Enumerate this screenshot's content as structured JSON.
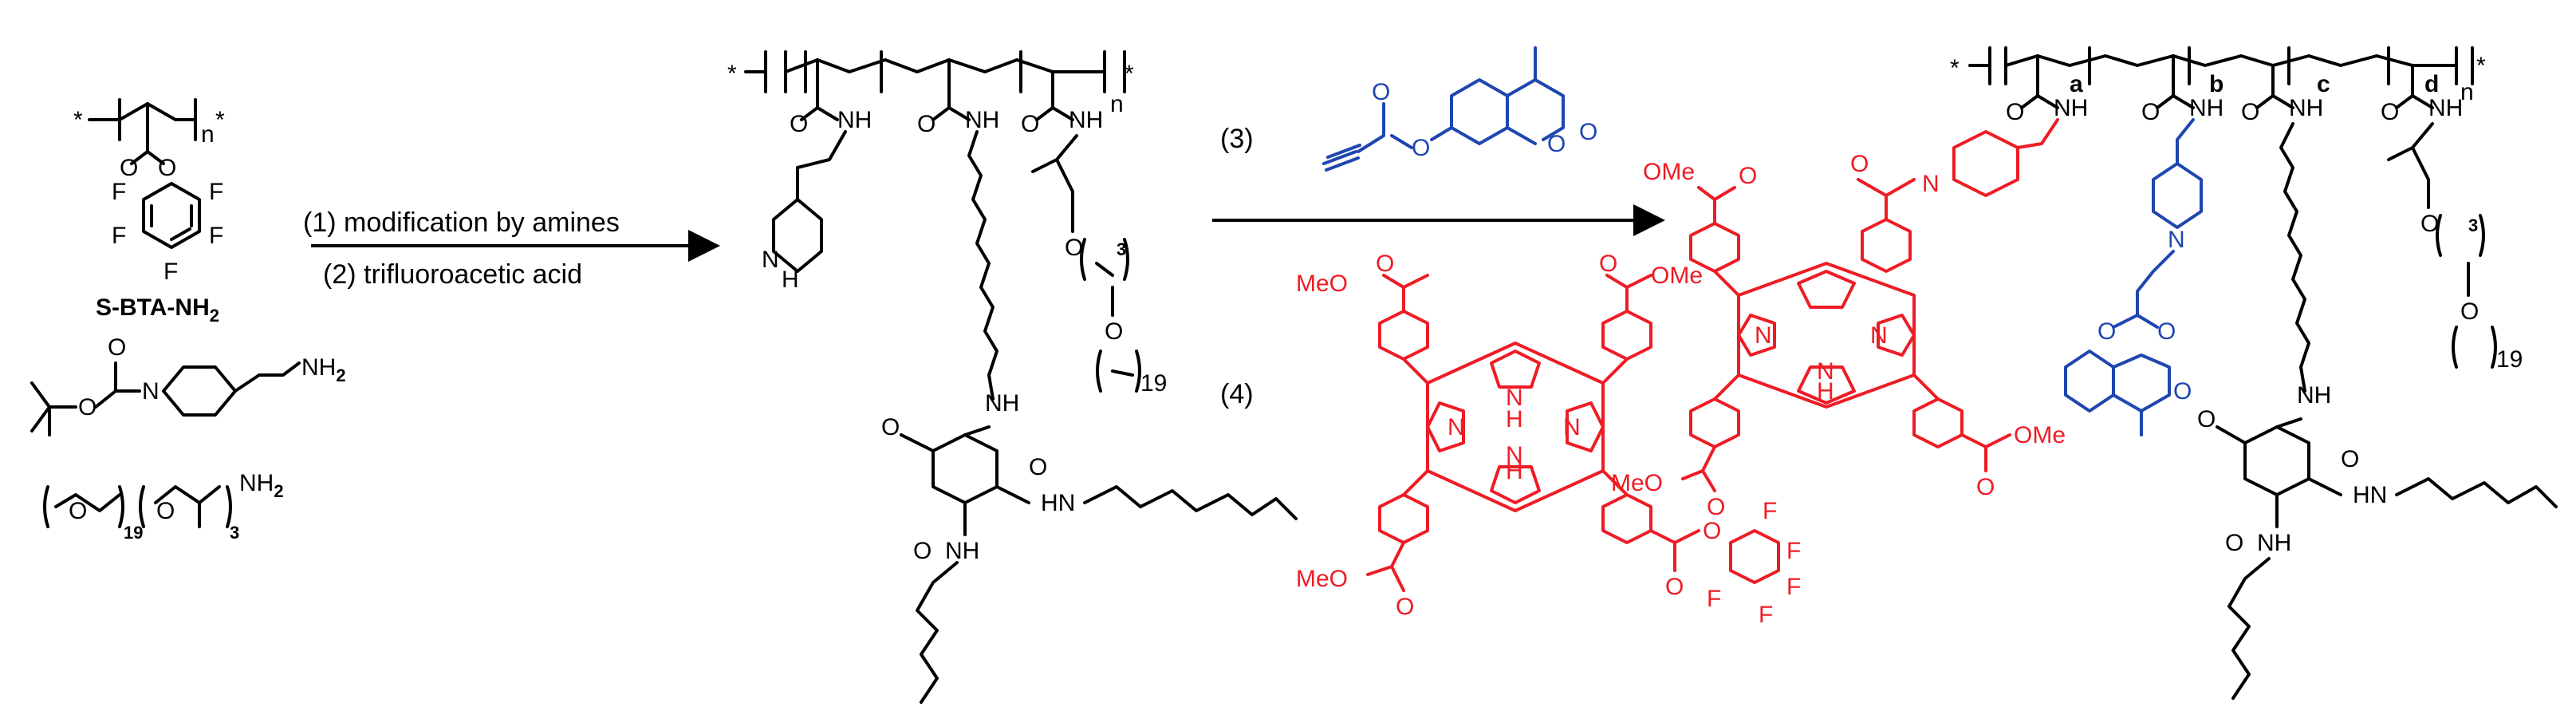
{
  "monomer": {
    "name": "S-BTA-NH",
    "name_sub": "2",
    "atom_F": "F",
    "atom_O": "O",
    "repeat_n": "n",
    "end_star": "*"
  },
  "amines": {
    "amine1_label": "NH",
    "amine1_sub": "2",
    "amine2_label": "NH",
    "amine2_sub": "2",
    "peg_repeat": "19",
    "ppg_repeat": "3",
    "atom_N": "N",
    "atom_O": "O"
  },
  "conditions": {
    "step1": "(1) modification by amines",
    "step2": "(2) trifluoroacetic acid",
    "step3": "(3)",
    "step4": "(4)"
  },
  "intermediate": {
    "repeat_n": "n",
    "nh": "NH",
    "h": "H",
    "n": "N",
    "o": "O",
    "peg_3": "3",
    "peg_19": "19",
    "hn": "HN"
  },
  "porphyrin": {
    "ester": "MeO",
    "ome": "OMe",
    "nh": "N",
    "h": "H",
    "f": "F",
    "o": "O"
  },
  "product": {
    "seg_a": "a",
    "seg_b": "b",
    "seg_c": "c",
    "seg_d": "d",
    "repeat_n": "n",
    "nh": "NH",
    "ome": "OMe",
    "meo": "MeO",
    "o": "O",
    "n": "N",
    "peg_3": "3",
    "peg_19": "19",
    "hn": "HN"
  },
  "colors": {
    "porphyrin": "#ee1c25",
    "coumarin": "#1f46b0",
    "backbone": "#000000"
  }
}
